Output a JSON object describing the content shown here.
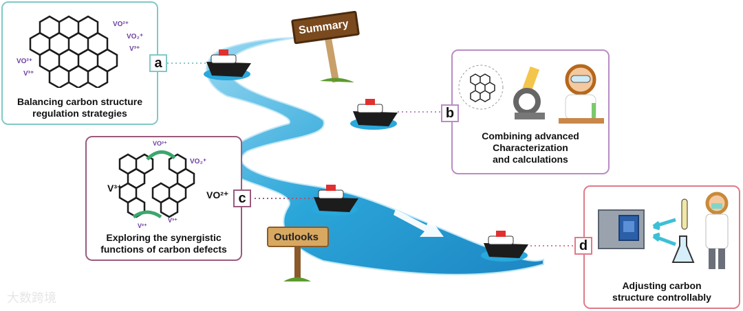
{
  "signs": {
    "summary": "Summary",
    "outlooks": "Outlooks"
  },
  "panels": {
    "a": {
      "tag": "a",
      "caption_line1": "Balancing carbon structure",
      "caption_line2": "regulation strategies",
      "ions": [
        "VO²⁺",
        "VO₂⁺",
        "V³⁺",
        "VO²⁺",
        "V³⁺"
      ]
    },
    "b": {
      "tag": "b",
      "caption_line1": "Combining advanced",
      "caption_line2": "Characterization",
      "caption_line3": "and calculations"
    },
    "c": {
      "tag": "c",
      "caption_line1": "Exploring the synergistic",
      "caption_line2": "functions of carbon defects",
      "ions": [
        "VO²⁺",
        "VO₂⁺",
        "V³⁺",
        "VO²⁺",
        "V³⁺",
        "V²⁺"
      ]
    },
    "d": {
      "tag": "d",
      "caption_line1": "Adjusting carbon",
      "caption_line2": "structure controllably"
    }
  },
  "watermark": "大数跨境",
  "colors": {
    "a": "#7fc9c6",
    "b": "#b98cc4",
    "c": "#9a5a7c",
    "d": "#e07a88",
    "river": "#2aa3d6"
  }
}
